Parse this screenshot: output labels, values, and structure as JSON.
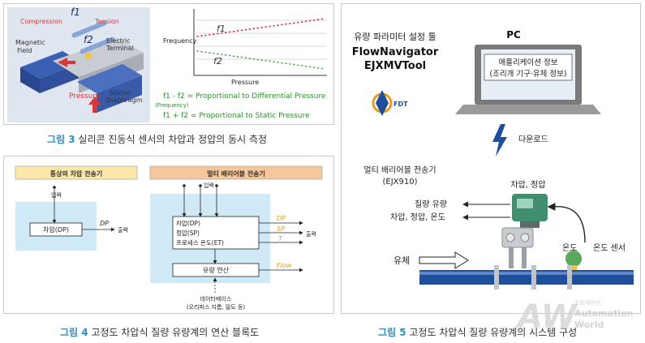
{
  "fig3": {
    "caption_num": "그림 3",
    "caption_text": " 실리콘 진동식 센서의 차압과 정압의 동시 측정",
    "sensor_labels": {
      "f1": "f1",
      "f2": "f2",
      "compression": "Compression",
      "tension": "Tension",
      "magnetic": "Magnetic",
      "field": "Field",
      "electric": "Electric",
      "terminal": "Terminal",
      "pressure": "Pressure",
      "silicon": "Silicon",
      "diaphragm": "Diaphragm"
    },
    "graph": {
      "ylabel": "Frequency",
      "xlabel": "Pressure",
      "line1_label": "f1",
      "line2_label": "f2"
    },
    "eq1": "f1 - f2 = Proportional to Differential Pressure",
    "eq1_note": "(Frequency)",
    "eq2": "f1 + f2 =  Proportional to Static Pressure"
  },
  "fig4": {
    "caption_num": "그림 4",
    "caption_text": " 고정도 차압식 질량 유량계의 연산 블록도",
    "left_header": "통상의 차압 전송기",
    "right_header": "멀티 배리어블 전송기",
    "left_input": "입력",
    "left_box": "차압(DP)",
    "left_out_label": "DP",
    "left_out": "출력",
    "right_input": "입력",
    "right_box_lines": [
      "차압(DP)",
      "정압(SP)",
      "프로세스 온도(ET)"
    ],
    "right_out_labels": [
      "DP",
      "SP",
      "T"
    ],
    "right_out": "출력",
    "calc_box": "유량 연산",
    "flow_label": "Flow",
    "db_line1": "데이터베이스",
    "db_line2": "(오리피스 지름, 밀도 등)"
  },
  "fig5": {
    "caption_num": "그림 5",
    "caption_text": " 고정도 차압식 질량 유량계의 시스템 구성",
    "tool_title": "유량 파라미터 설정 툴",
    "tool_name1": "FlowNavigator",
    "tool_name2": "EJXMVTool",
    "fdt_logo": "FDT",
    "pc_label": "PC",
    "pc_screen_line1": "애플리케이션 정보",
    "pc_screen_line2": "(조리개 기구·유체 정보)",
    "download": "다운로드",
    "transmitter_line1": "멀티 배리어블 전송기",
    "transmitter_line2": "(EJX910)",
    "dp_sp": "차압, 정압",
    "mass_flow": "질량 유량",
    "outputs": "차압, 정압, 온도",
    "fluid": "유체",
    "temp": "온도",
    "temp_sensor": "온도 센서"
  },
  "watermark": {
    "korean": "오토메이션",
    "line1": "Automation",
    "line2": "World"
  },
  "colors": {
    "accent_blue": "#2a8fc8",
    "block_bg": "#cfeaf6",
    "header_left": "#fbe7a8",
    "header_right": "#f6c79a",
    "orange_label": "#e79a1f",
    "line_red": "#c8324a",
    "line_green": "#4ea64e",
    "eq_green": "#2f8f2f"
  }
}
